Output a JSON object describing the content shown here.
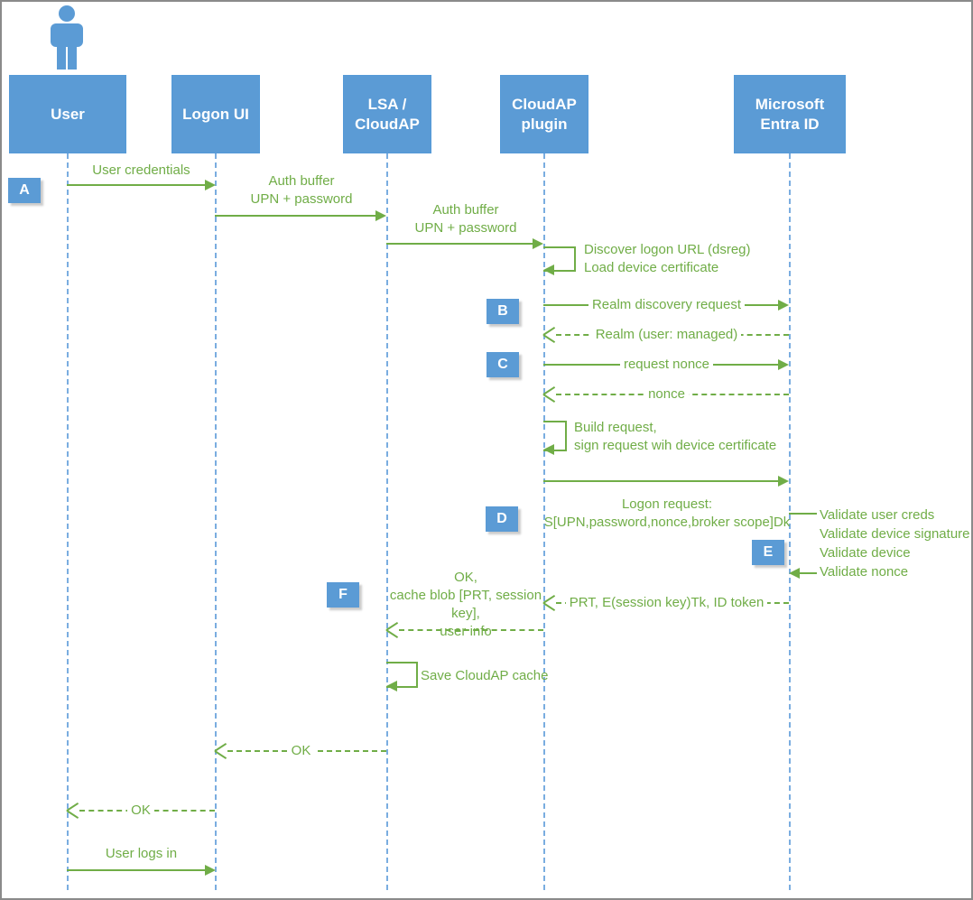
{
  "diagram_type": "sequence-diagram",
  "colors": {
    "actor_blue": "#5B9BD5",
    "arrow_green": "#70AD47",
    "lifeline_blue": "#7aade0",
    "badge_blue": "#5B9BD5",
    "frame_gray": "#8a8a8a"
  },
  "actors": [
    {
      "label": "User"
    },
    {
      "label": "Logon UI"
    },
    {
      "label": "LSA /\nCloudAP"
    },
    {
      "label": "CloudAP\nplugin"
    },
    {
      "label": "Microsoft\nEntra ID"
    }
  ],
  "badges": [
    {
      "letter": "A"
    },
    {
      "letter": "B"
    },
    {
      "letter": "C"
    },
    {
      "letter": "D"
    },
    {
      "letter": "E"
    },
    {
      "letter": "F"
    }
  ],
  "icons": {
    "person": "person-icon"
  },
  "messages": {
    "user_credentials": {
      "label": "User credentials"
    },
    "auth_buffer_1": {
      "label": "Auth buffer\nUPN + password"
    },
    "auth_buffer_2": {
      "label": "Auth buffer\nUPN + password"
    },
    "discover_load": {
      "label": "Discover logon URL (dsreg)\nLoad device certificate"
    },
    "realm_discovery": {
      "label": "Realm discovery request"
    },
    "realm_managed": {
      "label": "Realm (user: managed)"
    },
    "request_nonce": {
      "label": "request nonce"
    },
    "nonce": {
      "label": "nonce"
    },
    "build_sign": {
      "label": "Build request,\nsign request wih device certificate"
    },
    "logon_request": {
      "label": "Logon request:\nS[UPN,password,nonce,broker scope]Dk"
    },
    "validate": {
      "label": "Validate user creds\nValidate device signature\nValidate device\nValidate nonce"
    },
    "prt_response": {
      "label": "PRT, E(session key)Tk, ID token"
    },
    "ok_cache_blob": {
      "label": "OK,\ncache blob [PRT, session key],\nuser info"
    },
    "save_cache": {
      "label": "Save CloudAP cache"
    },
    "ok_to_logonui": {
      "label": "OK"
    },
    "ok_to_user": {
      "label": "OK"
    },
    "user_logs_in": {
      "label": "User logs in"
    }
  }
}
